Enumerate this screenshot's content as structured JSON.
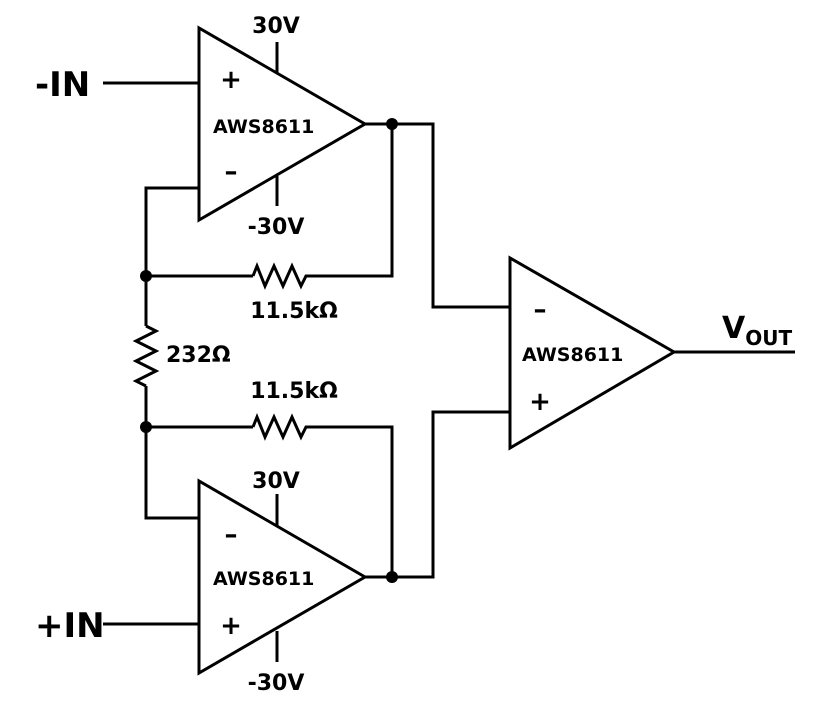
{
  "amplifiers": {
    "top": {
      "part": "AWS8611",
      "pos_rail": "30V",
      "neg_rail": "-30V",
      "plus": "+",
      "minus": "–"
    },
    "bottom": {
      "part": "AWS8611",
      "pos_rail": "30V",
      "neg_rail": "-30V",
      "plus": "+",
      "minus": "–"
    },
    "output": {
      "part": "AWS8611",
      "plus": "+",
      "minus": "–"
    }
  },
  "resistors": {
    "feedback_top": "11.5kΩ",
    "feedback_bottom": "11.5kΩ",
    "gain": "232Ω"
  },
  "inputs": {
    "neg": "-IN",
    "pos": "+IN"
  },
  "output": {
    "label_main": "V",
    "label_sub": "OUT"
  }
}
